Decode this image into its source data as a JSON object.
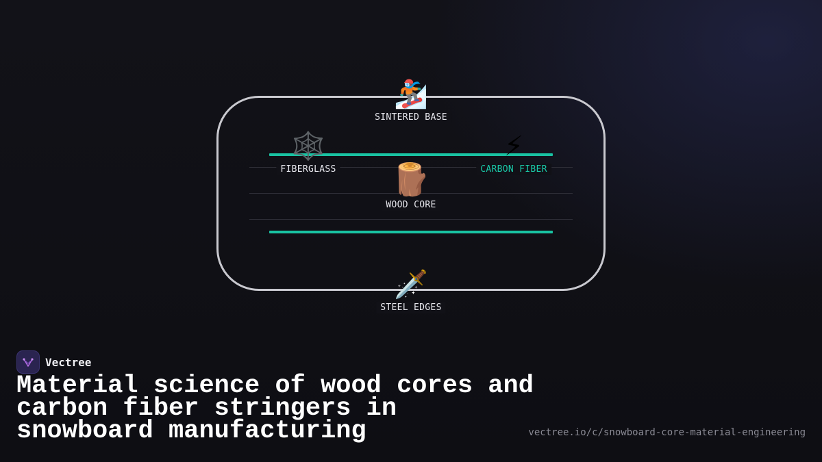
{
  "diagram": {
    "nodes": [
      {
        "id": "sintered-base",
        "label": "SINTERED BASE",
        "icon": "🏂",
        "icon_name": "snowboarder-icon",
        "accent": false
      },
      {
        "id": "fiberglass",
        "label": "FIBERGLASS",
        "icon": "🕸️",
        "icon_name": "web-icon",
        "accent": false
      },
      {
        "id": "carbon-fiber",
        "label": "CARBON FIBER",
        "icon": "⚡",
        "icon_name": "lightning-icon",
        "accent": true
      },
      {
        "id": "wood-core",
        "label": "WOOD CORE",
        "icon": "🪵",
        "icon_name": "wood-log-icon",
        "accent": false
      },
      {
        "id": "steel-edges",
        "label": "STEEL EDGES",
        "icon": "🗡️",
        "icon_name": "dagger-icon",
        "accent": false
      }
    ],
    "colors": {
      "outline": "#c9c9cf",
      "accent": "#19c2a2",
      "layer_line": "#2f2f38"
    }
  },
  "brand": {
    "name": "Vectree",
    "logo_icon": "vectree-logo-icon",
    "logo_bg": "#2a2450",
    "logo_mark": "#b06ae0"
  },
  "headline": "Material science of wood cores and carbon fiber stringers in snowboard manufacturing",
  "url": "vectree.io/c/snowboard-core-material-engineering"
}
